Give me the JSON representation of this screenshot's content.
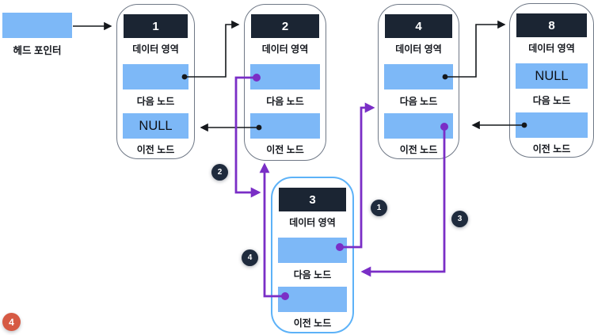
{
  "title": "doubly-linked-list insertion diagram",
  "head_pointer": {
    "label": "헤드 포인터"
  },
  "labels": {
    "data": "데이터 영역",
    "next": "다음 노드",
    "prev": "이전 노드"
  },
  "null_text": "NULL",
  "nodes": [
    {
      "name": "node-1",
      "value": "1",
      "next_text": "",
      "prev_text": "NULL"
    },
    {
      "name": "node-2",
      "value": "2",
      "next_text": "",
      "prev_text": ""
    },
    {
      "name": "node-4",
      "value": "4",
      "next_text": "",
      "prev_text": ""
    },
    {
      "name": "node-8",
      "value": "8",
      "next_text": "NULL",
      "prev_text": ""
    },
    {
      "name": "node-3",
      "value": "3",
      "next_text": "",
      "prev_text": ""
    }
  ],
  "steps": [
    {
      "label": "1",
      "meaning": "new node 3 next-pointer set to node 4"
    },
    {
      "label": "2",
      "meaning": "node 2 next-pointer set to new node 3"
    },
    {
      "label": "3",
      "meaning": "node 4 prev-pointer set to new node 3"
    },
    {
      "label": "4",
      "meaning": "new node 3 prev-pointer set to node 2"
    }
  ],
  "figure_badge": {
    "label": "4"
  },
  "arrows": {
    "black": [
      "head-pointer -> node-1",
      "node-1.next -> node-2",
      "node-2.prev -> node-1",
      "node-4.next -> node-8",
      "node-8.prev -> node-4"
    ],
    "purple": [
      "node-3.next -> node-4 (step 1)",
      "node-2.next -> node-3 (step 2)",
      "node-4.prev -> node-3 (step 3)",
      "node-3.prev -> node-2 (step 4)"
    ]
  },
  "colors": {
    "slot_blue": "#7db8f7",
    "header_navy": "#1b2533",
    "step_circle_navy": "#1f2b3d",
    "pointer_purple": "#7a2ec6",
    "arrow_black": "#15181c",
    "insert_border_blue": "#5db2f8",
    "badge_red": "#d65a44"
  }
}
